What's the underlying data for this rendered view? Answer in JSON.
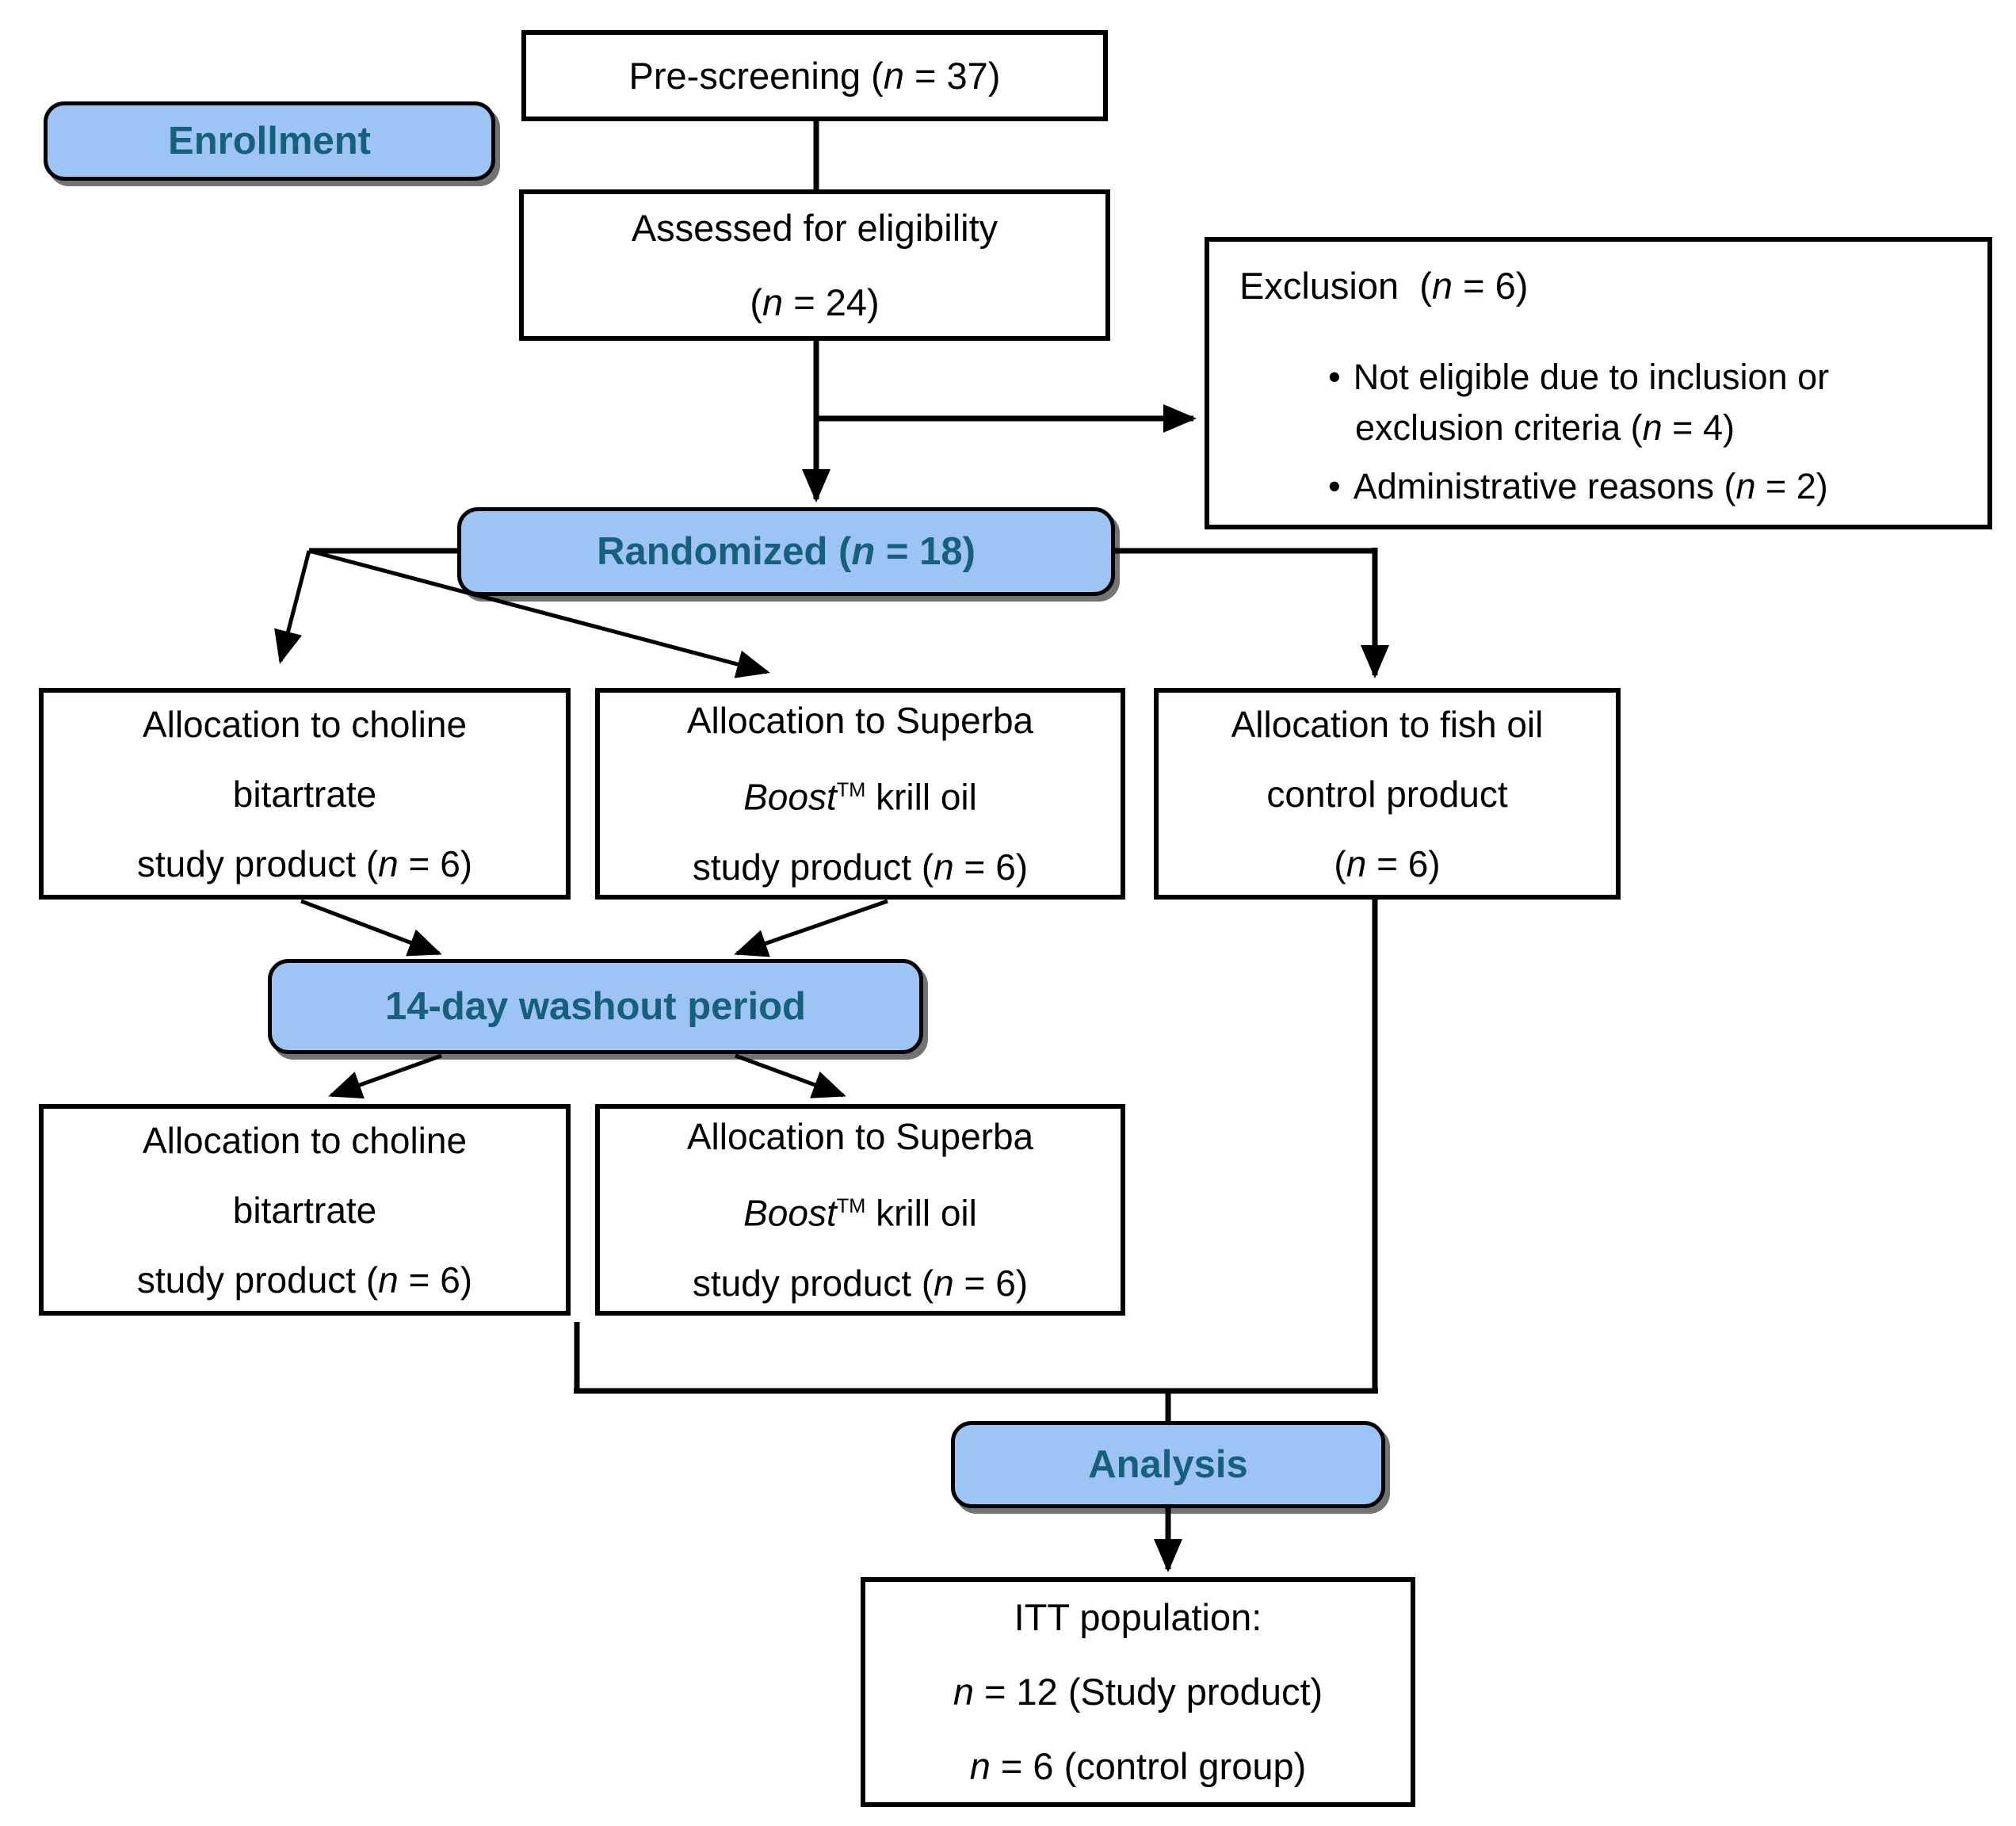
{
  "colors": {
    "stage_fill": "#9EC3F5",
    "stage_text": "#16607E",
    "box_border": "#000000",
    "background": "#FFFFFF"
  },
  "bullet": "•",
  "stages": {
    "enrollment": "Enrollment",
    "washout": "14-day washout period",
    "analysis": "Analysis"
  },
  "boxes": {
    "pre_screening": {
      "text": "Pre-screening (n = 37)"
    },
    "assessed": {
      "lines": [
        "Assessed for eligibility",
        "(n = 24)"
      ]
    },
    "exclusion": {
      "title": "Exclusion  (n = 6)",
      "bullets": [
        "Not eligible due to inclusion or exclusion criteria (n = 4)",
        "Administrative reasons (n = 2)"
      ]
    },
    "randomized": {
      "text": "Randomized (n = 18)"
    },
    "alloc_choline": {
      "lines": [
        "Allocation to choline",
        "bitartrate",
        "study product (n = 6)"
      ]
    },
    "alloc_krill": {
      "line1": "Allocation to Superba",
      "brand": "Boost",
      "brand_sup": "TM",
      "line2_rest": " krill oil",
      "line3": "study product (n = 6)"
    },
    "alloc_fish": {
      "lines": [
        "Allocation to fish oil",
        "control product",
        "(n = 6)"
      ]
    },
    "itt": {
      "lines": [
        "ITT population:",
        "n = 12 (Study product)",
        "n = 6 (control group)"
      ]
    }
  }
}
